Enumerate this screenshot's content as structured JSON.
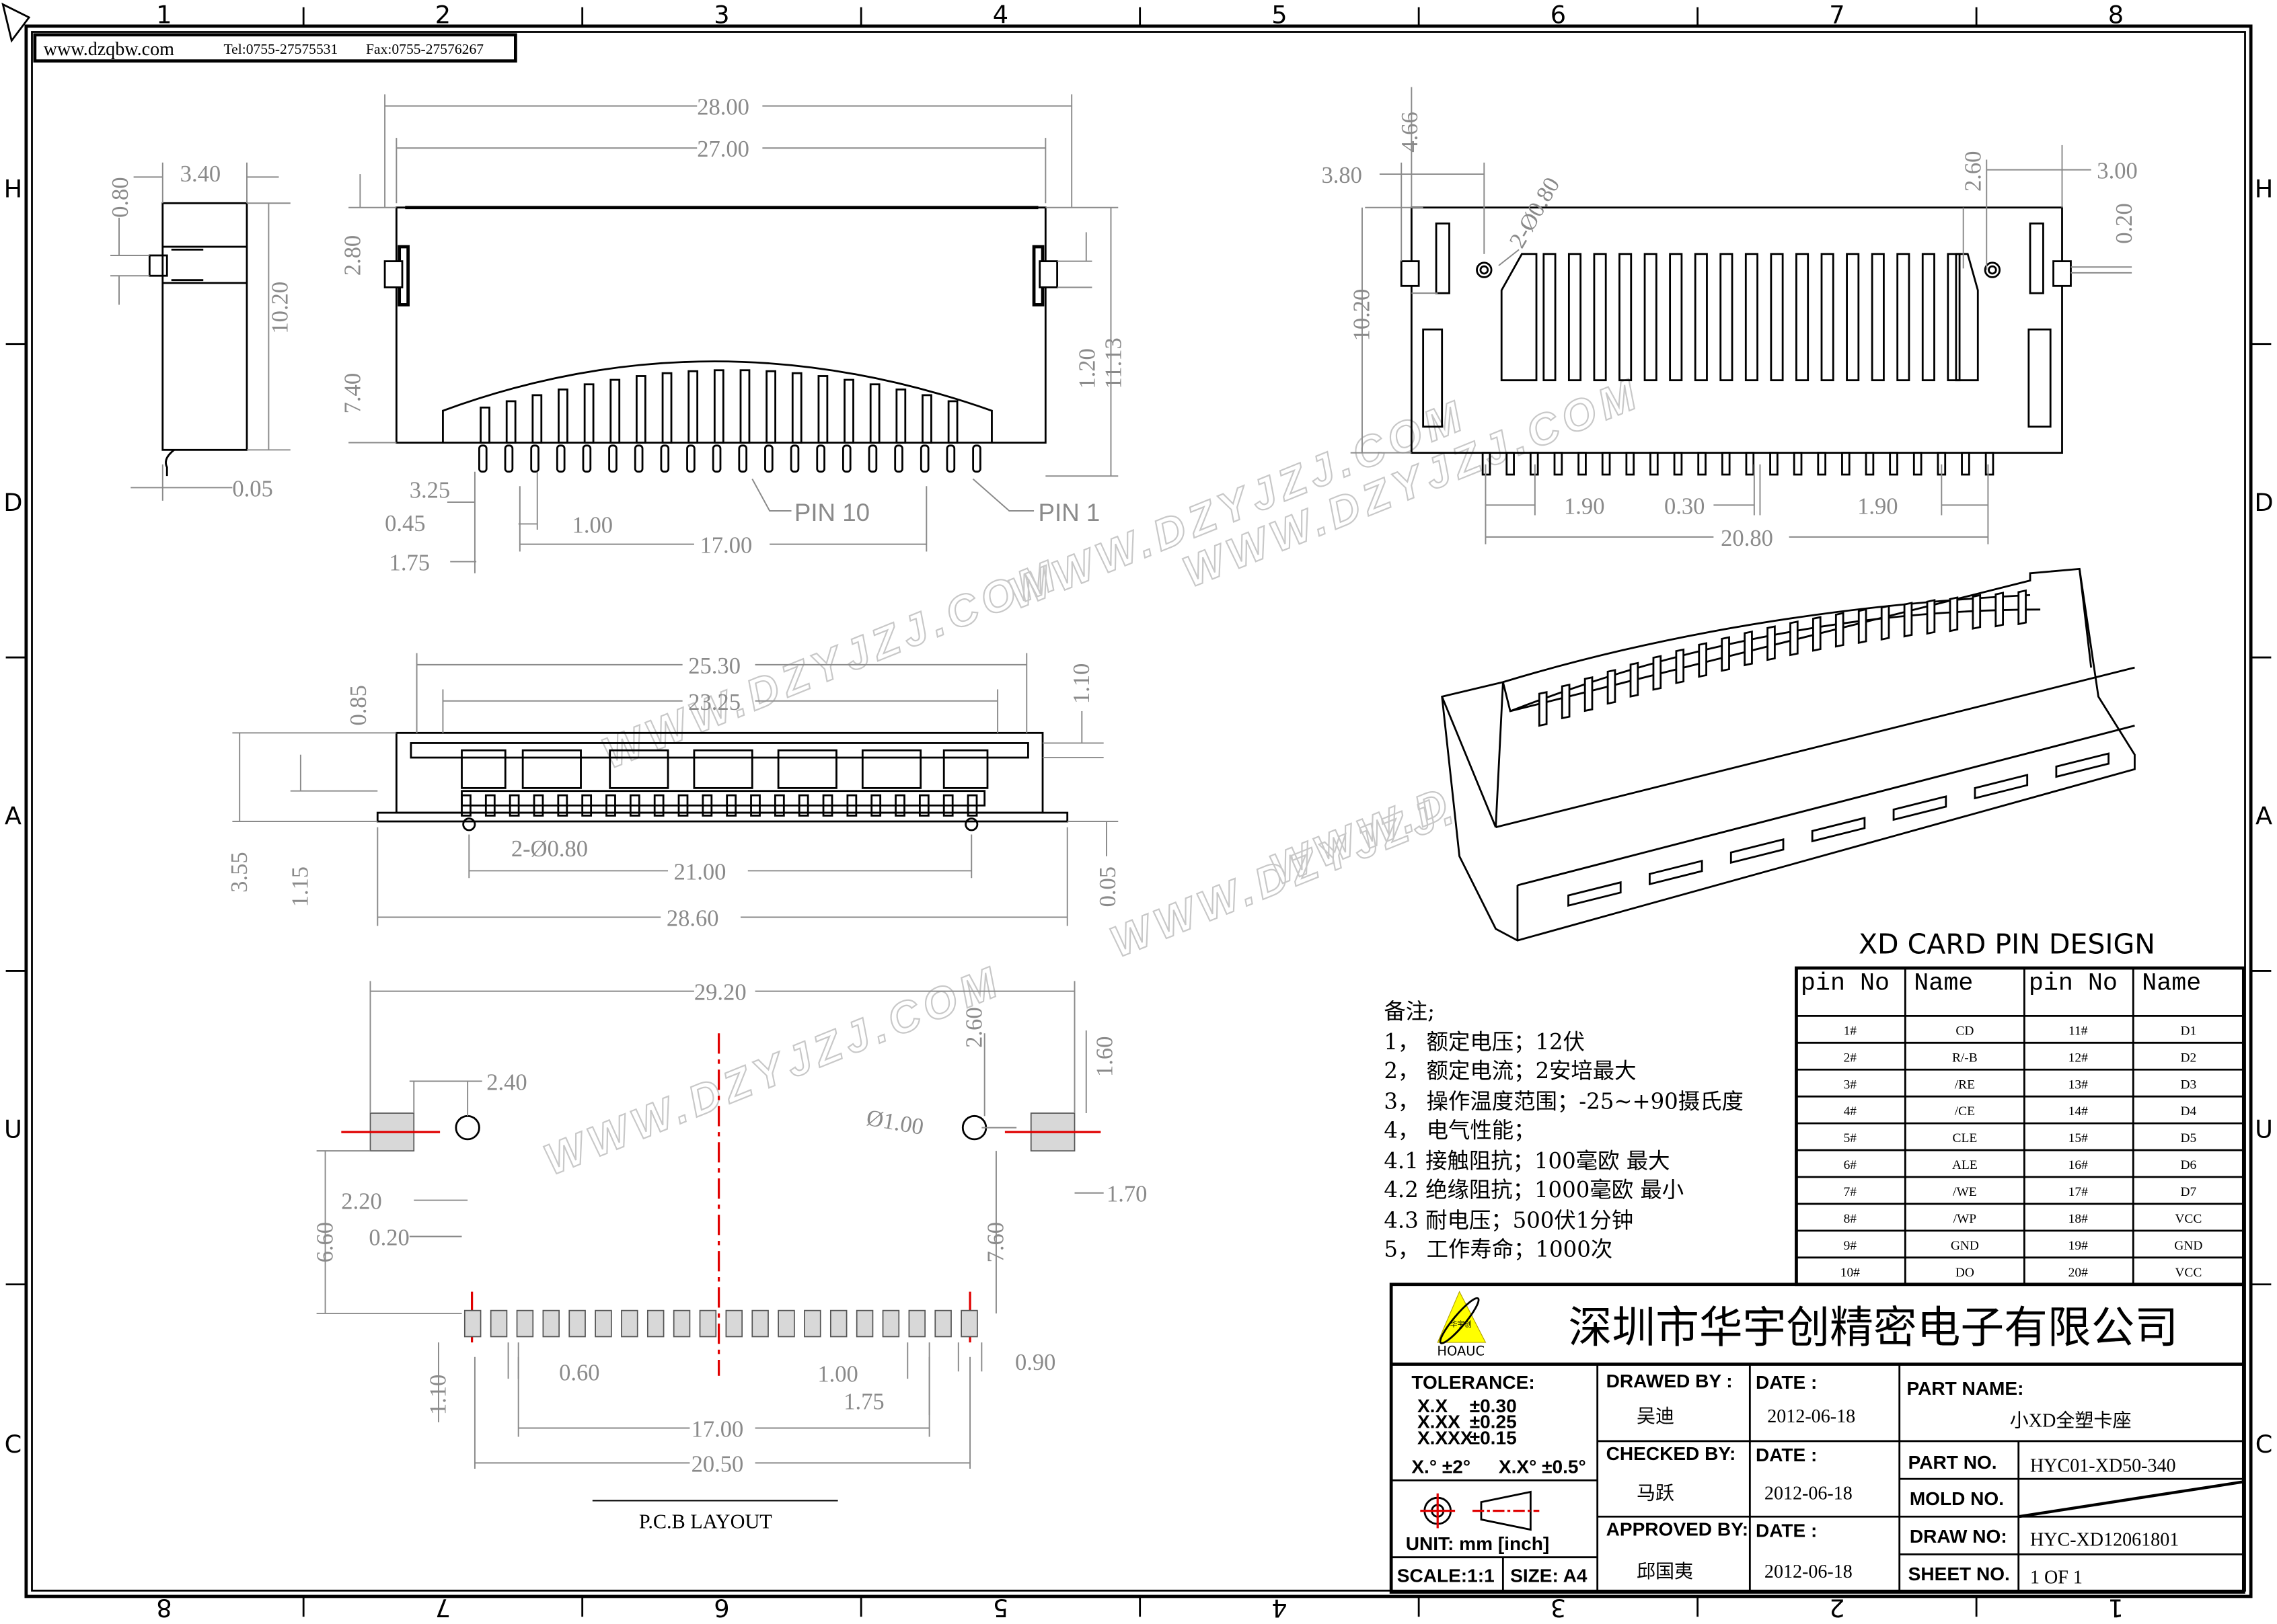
{
  "header": {
    "website": "www.dzqbw.com",
    "tel": "Tel:0755-27575531",
    "fax": "Fax:0755-27576267"
  },
  "zones": {
    "columns": [
      "1",
      "2",
      "3",
      "4",
      "5",
      "6",
      "7",
      "8"
    ],
    "columns_bottom": [
      "8",
      "7",
      "6",
      "5",
      "4",
      "3",
      "2",
      "1"
    ],
    "rows": [
      "H",
      "D",
      "A",
      "U",
      "C"
    ]
  },
  "watermark": "WWW.DZYJZJ.COM",
  "dimensions": {
    "side": [
      "3.40",
      "0.80",
      "10.20",
      "0.05"
    ],
    "front": [
      "28.00",
      "27.00",
      "2.80",
      "7.40",
      "1.20",
      "11.13",
      "3.25",
      "0.45",
      "1.00",
      "17.00",
      "1.75",
      "PIN 10",
      "PIN 1"
    ],
    "top": [
      "4.66",
      "3.80",
      "2-Ø0.80",
      "2.60",
      "3.00",
      "0.20",
      "10.20",
      "1.90",
      "0.30",
      "1.90",
      "20.80"
    ],
    "middle": [
      "25.30",
      "23.25",
      "1.10",
      "0.85",
      "3.55",
      "1.15",
      "2-Ø0.80",
      "21.00",
      "28.60",
      "0.05"
    ],
    "pcb": [
      "29.20",
      "2.60",
      "1.60",
      "2.40",
      "Ø1.00",
      "2.20",
      "1.70",
      "6.60",
      "0.20",
      "7.60",
      "1.10",
      "0.60",
      "1.00",
      "0.90",
      "1.75",
      "17.00",
      "20.50"
    ]
  },
  "pcb_title": "P.C.B LAYOUT",
  "notes": {
    "title": "备注;",
    "items": [
      "1，  额定电压；12伏",
      "2，  额定电流；2安培最大",
      "3，  操作温度范围；-25~+90摄氏度",
      "4，  电气性能；",
      "4.1 接触阻抗；100毫欧 最大",
      "4.2 绝缘阻抗；1000毫欧 最小",
      "4.3 耐电压；500伏1分钟",
      "5，  工作寿命；1000次"
    ]
  },
  "pin_table": {
    "title": "XD CARD PIN DESIGN",
    "headers": [
      "pin No",
      "Name",
      "pin No",
      "Name"
    ],
    "rows": [
      [
        "1#",
        "CD",
        "11#",
        "D1"
      ],
      [
        "2#",
        "R/-B",
        "12#",
        "D2"
      ],
      [
        "3#",
        "/RE",
        "13#",
        "D3"
      ],
      [
        "4#",
        "/CE",
        "14#",
        "D4"
      ],
      [
        "5#",
        "CLE",
        "15#",
        "D5"
      ],
      [
        "6#",
        "ALE",
        "16#",
        "D6"
      ],
      [
        "7#",
        "/WE",
        "17#",
        "D7"
      ],
      [
        "8#",
        "/WP",
        "18#",
        "VCC"
      ],
      [
        "9#",
        "GND",
        "19#",
        "GND"
      ],
      [
        "10#",
        "DO",
        "20#",
        "VCC"
      ]
    ]
  },
  "title_block": {
    "company": "深圳市华宇创精密电子有限公司",
    "logo_text": "HOAUC",
    "logo_cn": "华宇创",
    "tolerance_label": "TOLERANCE:",
    "tolerance": [
      [
        "X.X",
        "±0.30"
      ],
      [
        "X.XX",
        "±0.25"
      ],
      [
        "X.XXX",
        "±0.15"
      ]
    ],
    "angle_tolerance": [
      "X.° ±2°",
      "X.X° ±0.5°"
    ],
    "unit": "UNIT:  mm  [inch]",
    "scale": "SCALE:1:1",
    "size": "SIZE:  A4",
    "drawed_by_label": "DRAWED BY :",
    "drawed_by": "吴迪",
    "checked_by_label": "CHECKED BY:",
    "checked_by": "马跃",
    "approved_by_label": "APPROVED BY:",
    "approved_by": "邱国夷",
    "date_label": "DATE :",
    "dates": [
      "2012-06-18",
      "2012-06-18",
      "2012-06-18"
    ],
    "part_name_label": "PART NAME:",
    "part_name": "小XD全塑卡座",
    "part_no_label": "PART NO.",
    "part_no": "HYC01-XD50-340",
    "mold_no_label": "MOLD NO.",
    "draw_no_label": "DRAW NO:",
    "draw_no": "HYC-XD12061801",
    "sheet_no_label": "SHEET NO.",
    "sheet_no": "1 OF 1"
  },
  "colors": {
    "line": "#000000",
    "dimension": "#8a8a8a",
    "centerline": "#e00000",
    "logo": "#ffff00"
  }
}
